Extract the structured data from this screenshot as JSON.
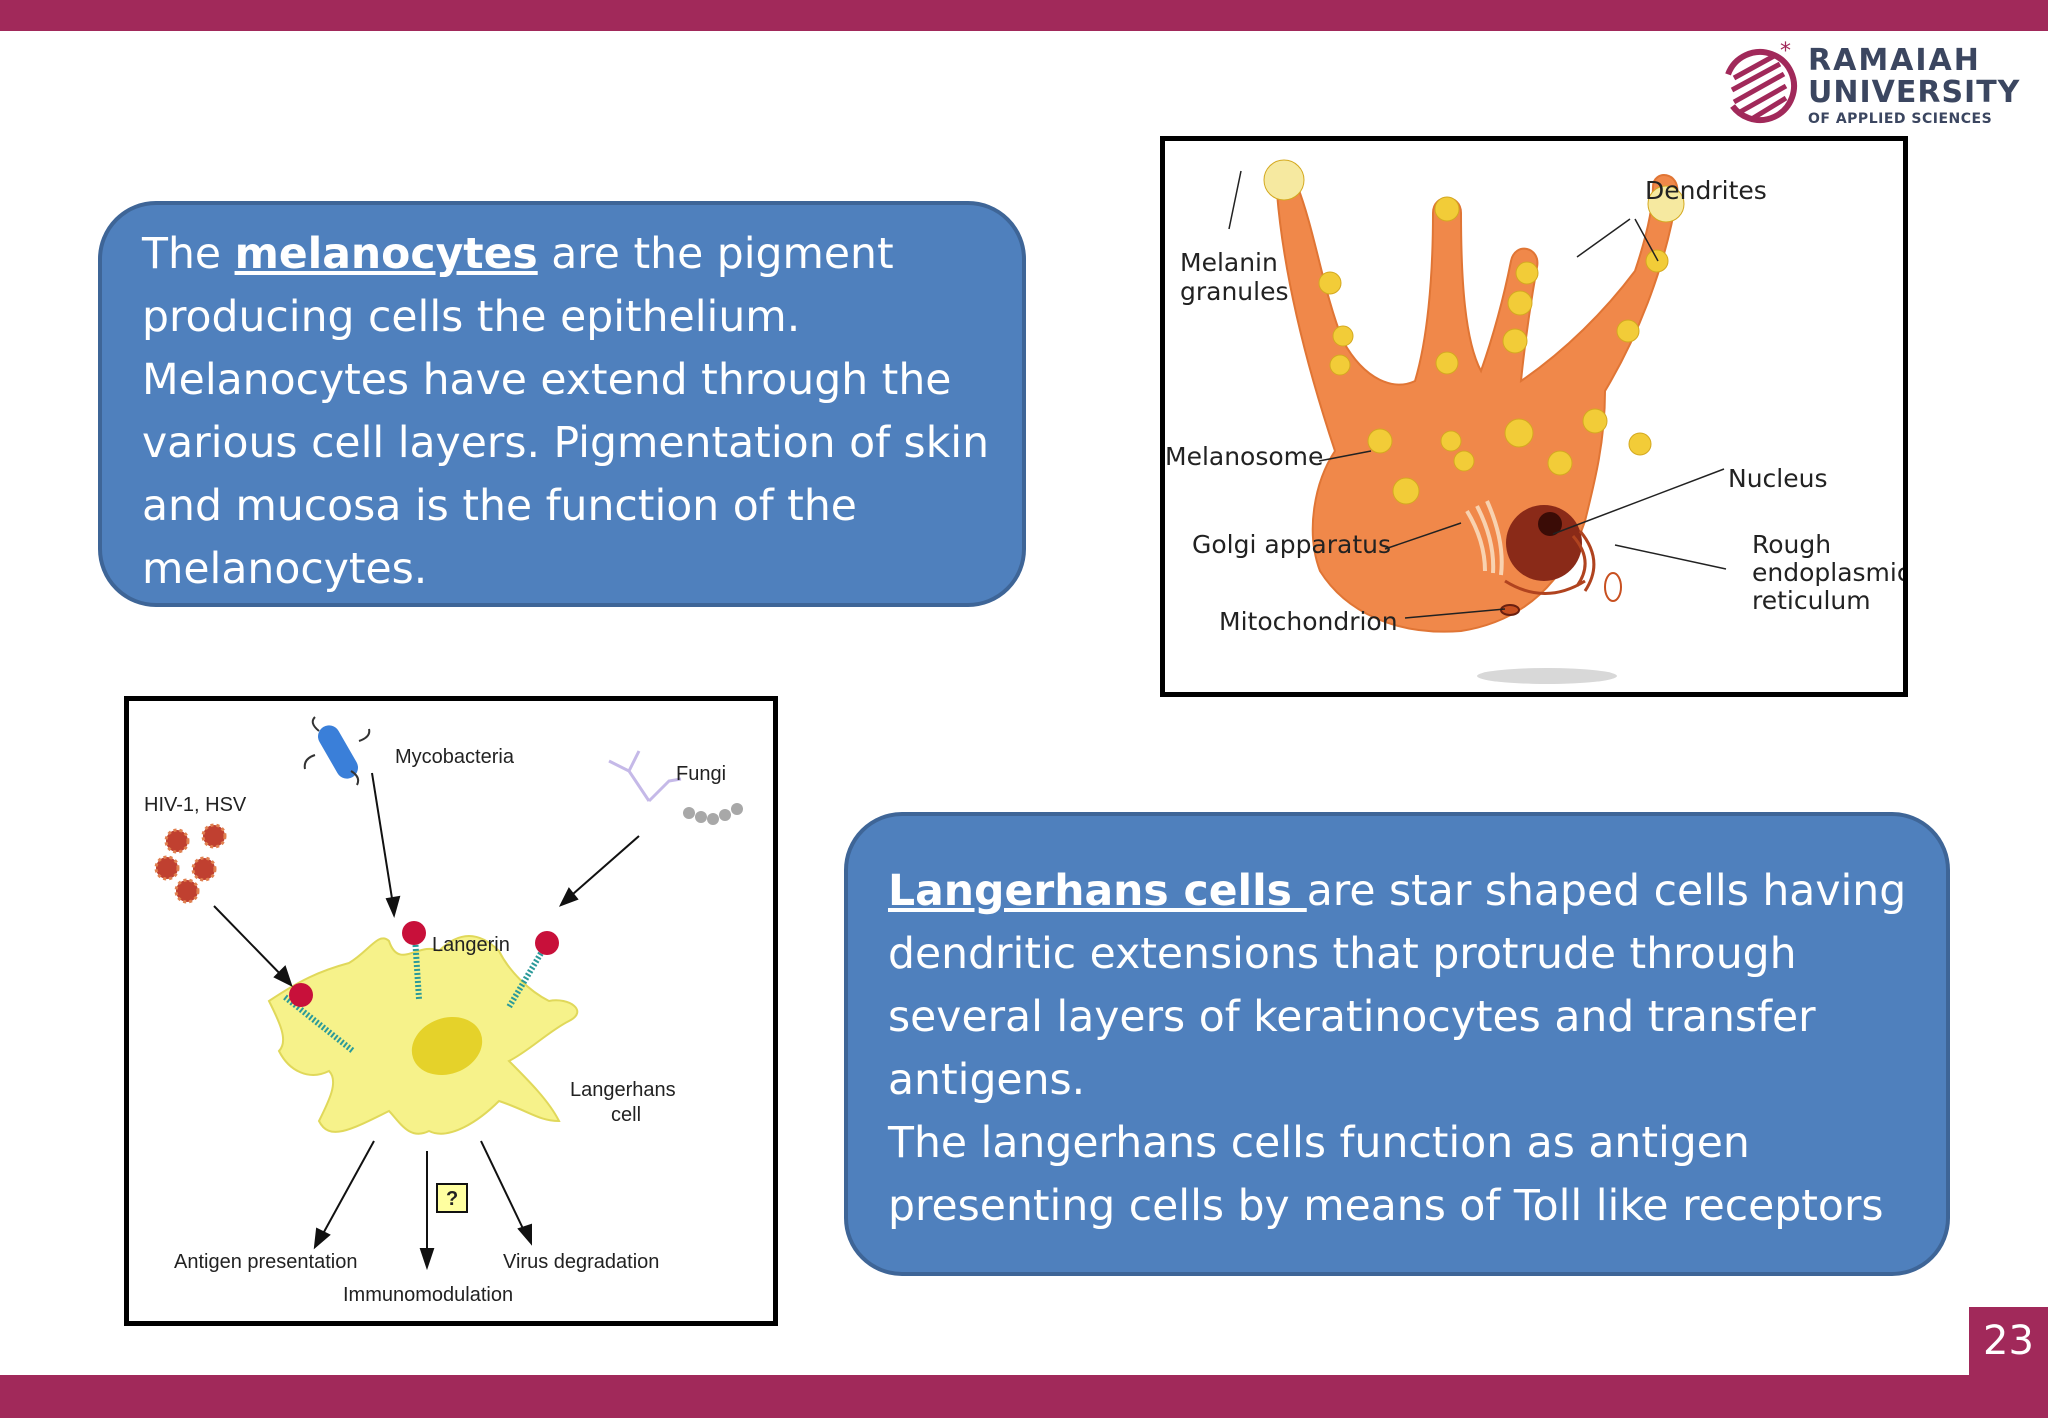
{
  "slide": {
    "page_number": "23"
  },
  "logo": {
    "line1": "RAMAIAH",
    "line2": "UNIVERSITY",
    "line3": "OF APPLIED SCIENCES"
  },
  "melanocyte_text": {
    "prefix": "The ",
    "term": "melanocytes",
    "body": " are the pigment producing cells the epithelium. Melanocytes have extend through the various cell layers. Pigmentation of skin and mucosa is the function of the melanocytes."
  },
  "langerhans_text": {
    "term": "Langerhans cells ",
    "body": "are star shaped cells having dendritic extensions that protrude through several layers of keratinocytes and transfer antigens.",
    "body2": "The langerhans cells function as antigen presenting cells by means of Toll like receptors"
  },
  "melanocyte_figure": {
    "labels": {
      "melanin_granules_1": "Melanin",
      "melanin_granules_2": "granules",
      "dendrites": "Dendrites",
      "melanosome": "Melanosome",
      "nucleus": "Nucleus",
      "golgi": "Golgi apparatus",
      "rer_1": "Rough",
      "rer_2": "endoplasmic",
      "rer_3": "reticulum",
      "mitochondrion": "Mitochondrion"
    }
  },
  "langerhans_figure": {
    "labels": {
      "mycobacteria": "Mycobacteria",
      "fungi": "Fungi",
      "hiv": "HIV-1, HSV",
      "langerin": "Langerin",
      "langerhans_1": "Langerhans",
      "langerhans_2": "cell",
      "question": "?",
      "antigen_presentation": "Antigen presentation",
      "virus_degradation": "Virus degradation",
      "immunomodulation": "Immunomodulation"
    }
  },
  "colors": {
    "brand": "#a1295a",
    "callout": "#4f80bd",
    "callout_border": "#3e6597",
    "cell_orange": "#f0884a",
    "granule_yellow": "#f2cc38",
    "langerhans_yellow": "#f6f28a"
  }
}
